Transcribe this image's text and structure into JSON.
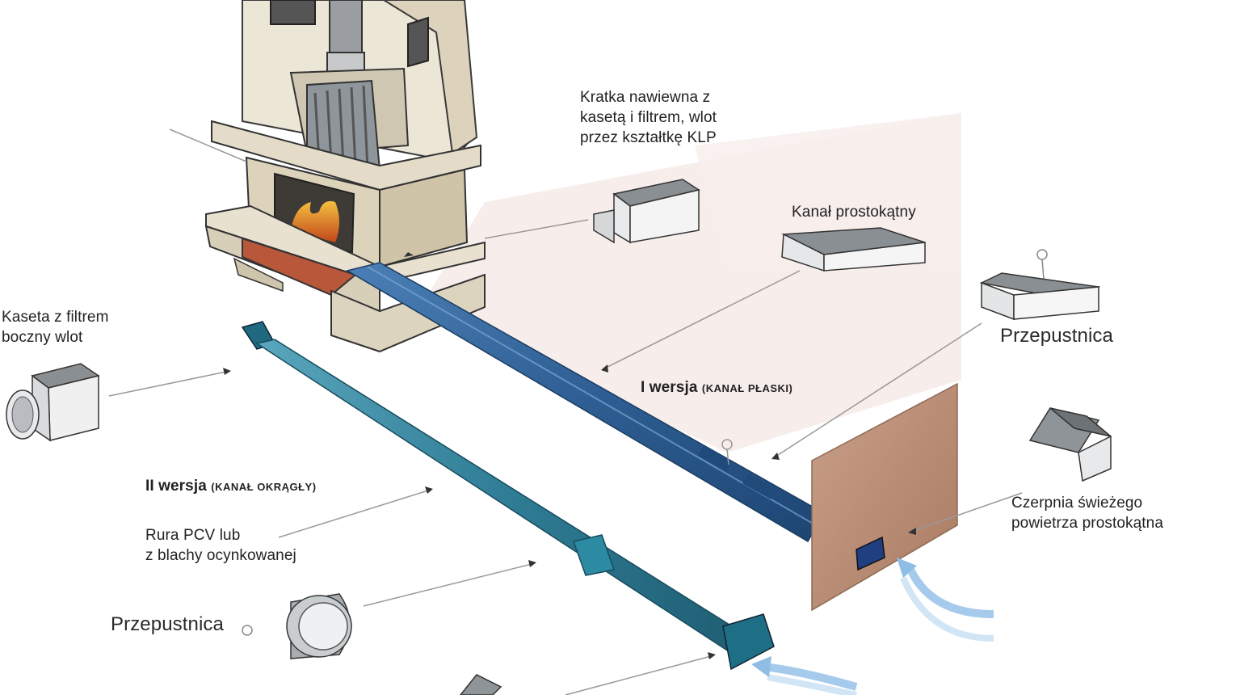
{
  "labels": {
    "kratka": {
      "line1": "Kratka nawiewna z",
      "line2": "kasetą i filtrem, wlot",
      "line3": "przez kształtkę KLP"
    },
    "kanal_prostokatny": "Kanał prostokątny",
    "przepustnica_top": "Przepustnica",
    "kaseta": {
      "line1": "Kaseta z filtrem",
      "line2": "boczny wlot"
    },
    "wersja1": {
      "main": "I wersja",
      "sub": "(KANAŁ PŁASKI)"
    },
    "wersja2": {
      "main": "II wersja",
      "sub": "(KANAŁ OKRĄGŁY)"
    },
    "rura": {
      "line1": "Rura PCV lub",
      "line2": "z blachy ocynkowanej"
    },
    "przepustnica_bottom": "Przepustnica",
    "czerpnia": {
      "line1": "Czerpnia świeżego",
      "line2": "powietrza prostokątna"
    }
  },
  "colors": {
    "flat_duct": "#2e5e93",
    "round_duct": "#2f7d96",
    "wall": "#b88a70",
    "fireplace": "#e9e3d3",
    "fire": "#e07a1c",
    "metal": "#8a8f93",
    "airflow": "#6fa7d8"
  }
}
